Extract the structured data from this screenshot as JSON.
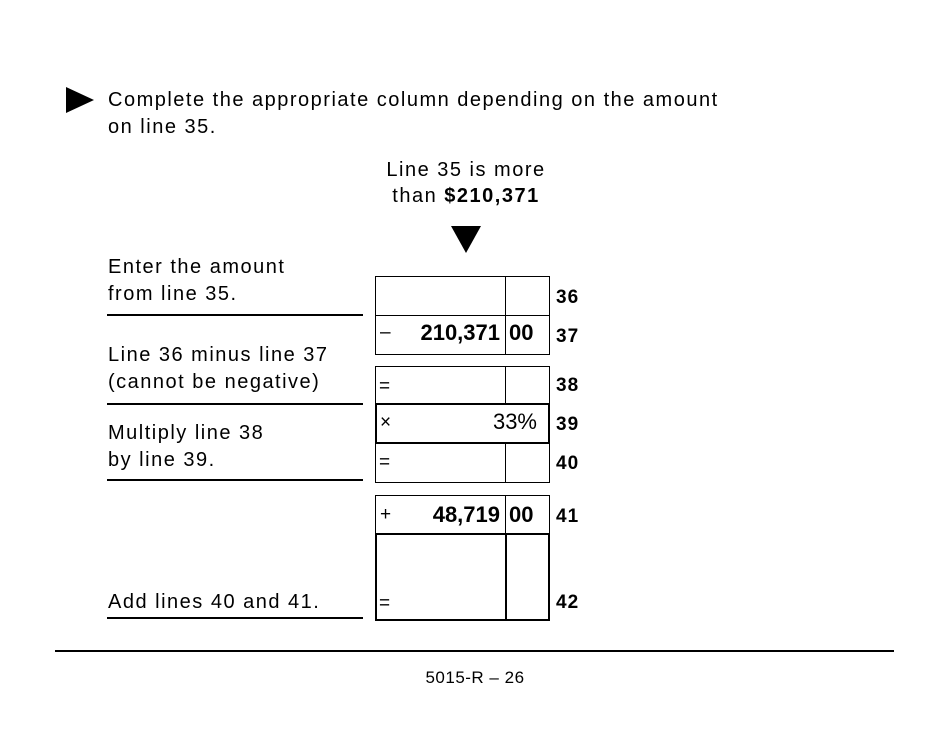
{
  "instruction": {
    "icon": "right-pointing-triangle",
    "line1": "Complete the appropriate column depending on the amount",
    "line2": "on line 35."
  },
  "column_header": {
    "line1": "Line 35 is more",
    "line2_prefix": "than ",
    "line2_amount": "$210,371",
    "icon": "down-pointing-triangle"
  },
  "labels": {
    "line36_a": "Enter the amount",
    "line36_b": "from line 35.",
    "line38_a": "Line 36 minus line 37",
    "line38_b": "(cannot be negative)",
    "line40_a": "Multiply line 38",
    "line40_b": "by line 39.",
    "line42": "Add lines 40 and 41."
  },
  "lines": {
    "l36": {
      "number": "36",
      "operator": "",
      "amount": "",
      "cents": ""
    },
    "l37": {
      "number": "37",
      "operator": "–",
      "amount": "210,371",
      "cents": "00"
    },
    "l38": {
      "number": "38",
      "operator": "=",
      "amount": "",
      "cents": ""
    },
    "l39": {
      "number": "39",
      "operator": "×",
      "rate": "33%"
    },
    "l40": {
      "number": "40",
      "operator": "=",
      "amount": "",
      "cents": ""
    },
    "l41": {
      "number": "41",
      "operator": "+",
      "amount": "48,719",
      "cents": "00"
    },
    "l42": {
      "number": "42",
      "operator": "=",
      "amount": "",
      "cents": ""
    }
  },
  "footer": {
    "page_id": "5015-R – 26"
  }
}
